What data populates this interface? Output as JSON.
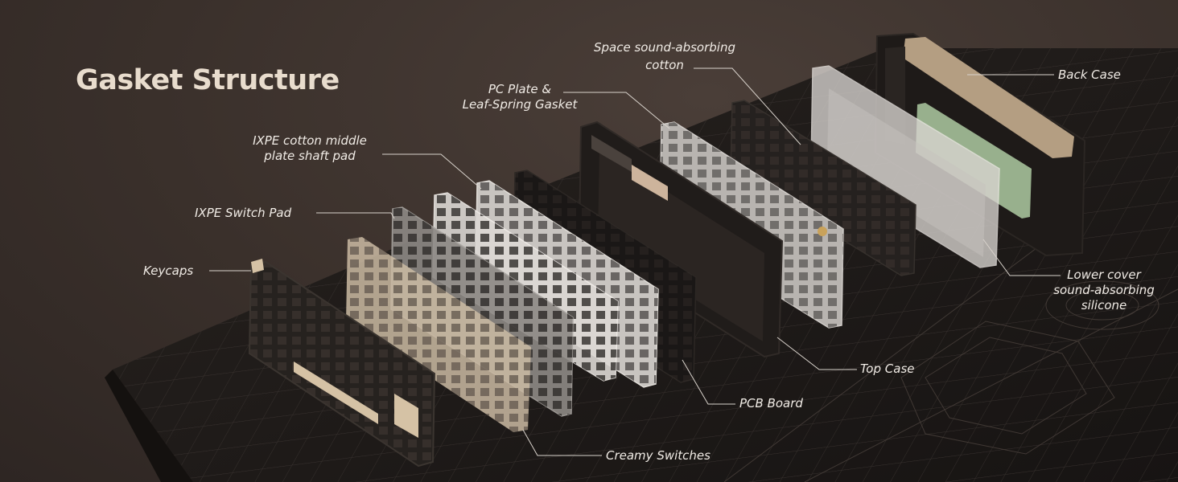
{
  "title": "Gasket Structure",
  "labels": {
    "keycaps": "Keycaps",
    "switch_pad": "IXPE Switch Pad",
    "middle_pad": [
      "IXPE cotton middle",
      "plate shaft pad"
    ],
    "plate": [
      "PC Plate &",
      "Leaf-Spring Gasket"
    ],
    "space_cotton": [
      "Space sound-absorbing",
      "cotton"
    ],
    "back_case": "Back Case",
    "lower_cover": [
      "Lower cover",
      "sound-absorbing",
      "silicone"
    ],
    "top_case": "Top Case",
    "pcb": "PCB Board",
    "switches": "Creamy Switches"
  },
  "colors": {
    "background": "#3a302c",
    "mat": "#1f1b19",
    "title": "#e8dccd",
    "label": "#f1ece6",
    "accent_beige": "#cdbb9c",
    "silicone_green": "#9fb894"
  }
}
